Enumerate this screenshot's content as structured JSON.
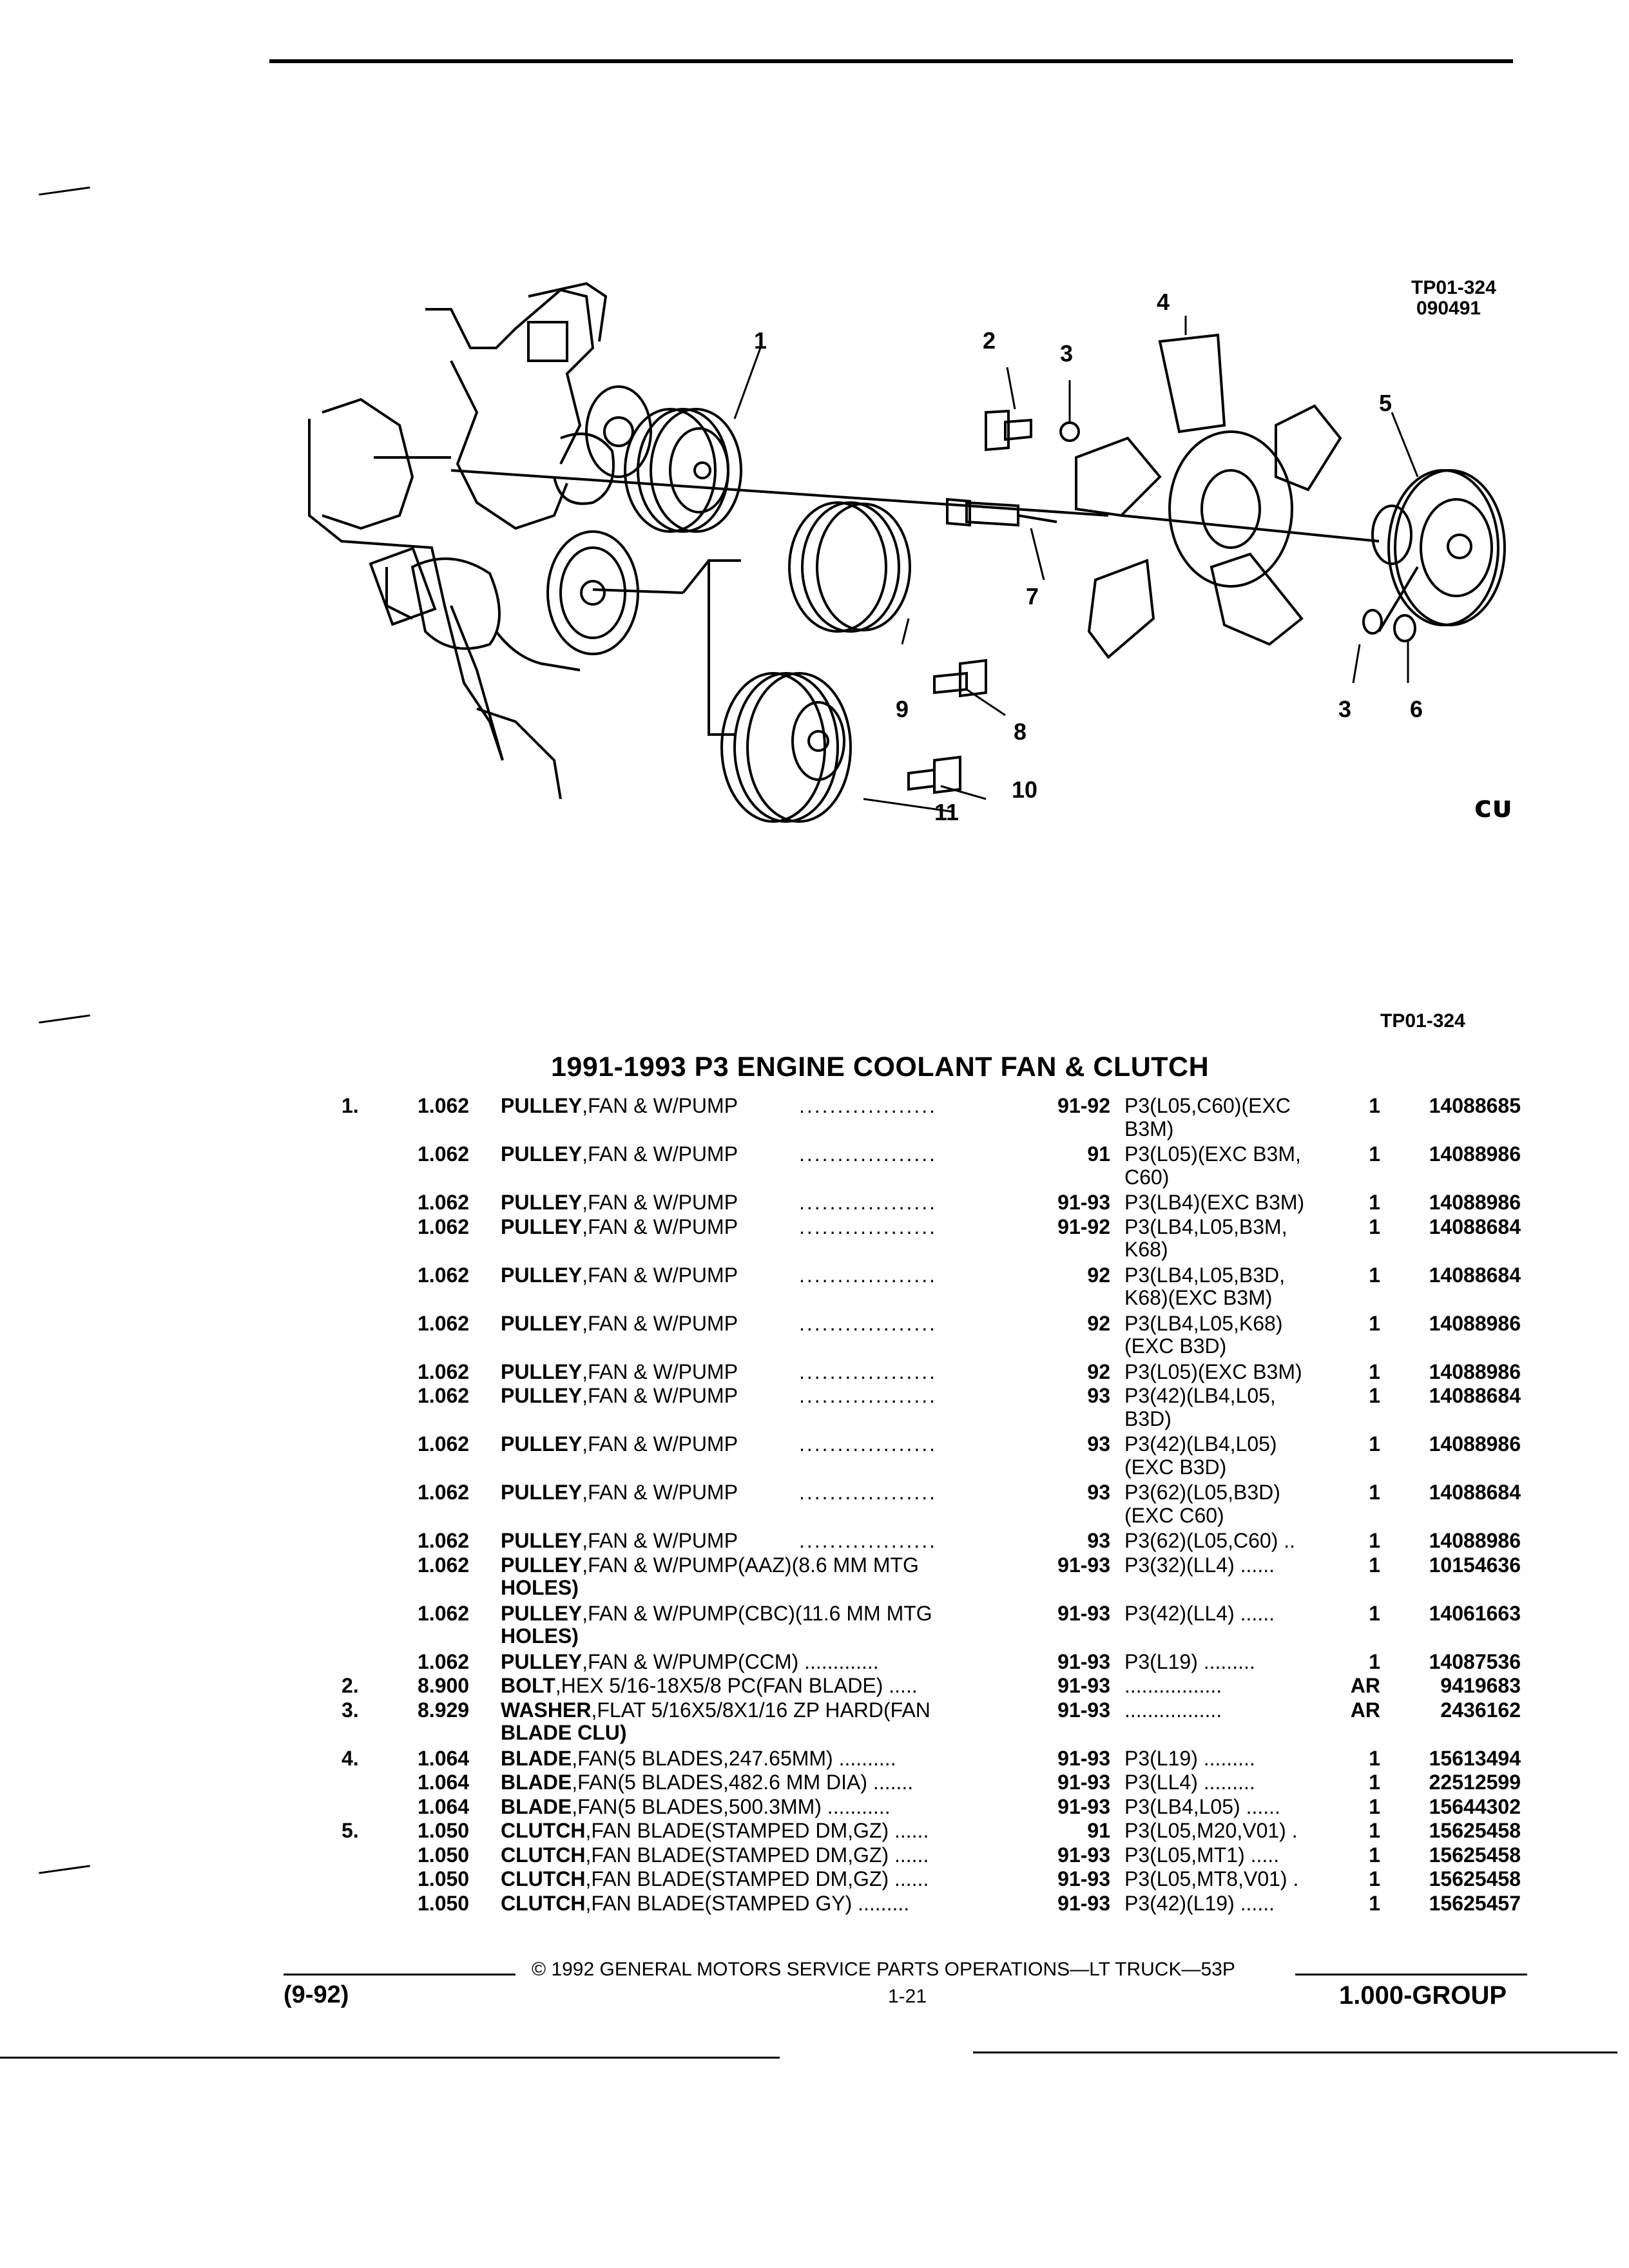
{
  "header": {
    "figure_code": "TP01-324",
    "figure_date": "090491"
  },
  "callouts": [
    "1",
    "2",
    "3",
    "4",
    "5",
    "6",
    "7",
    "8",
    "9",
    "10",
    "11",
    "3"
  ],
  "logo_text": "ᴄᴜ",
  "table": {
    "figure_ref": "TP01-324",
    "title": "1991-1993 P3 ENGINE COOLANT FAN & CLUTCH",
    "rows": [
      {
        "ref": "1.",
        "grp": "1.062",
        "name": "PULLEY",
        "desc": ",FAN & W/PUMP",
        "dots": "..................",
        "yr": "91-92",
        "mod": "P3(L05,C60)(EXC",
        "qty": "1",
        "pn": "14088685",
        "name2": "",
        "mod2": "B3M)"
      },
      {
        "ref": "",
        "grp": "1.062",
        "name": "PULLEY",
        "desc": ",FAN & W/PUMP",
        "dots": "..................",
        "yr": "91",
        "mod": "P3(L05)(EXC B3M,",
        "qty": "1",
        "pn": "14088986",
        "name2": "",
        "mod2": "C60)"
      },
      {
        "ref": "",
        "grp": "1.062",
        "name": "PULLEY",
        "desc": ",FAN & W/PUMP",
        "dots": "..................",
        "yr": "91-93",
        "mod": "P3(LB4)(EXC B3M)",
        "qty": "1",
        "pn": "14088986",
        "name2": "",
        "mod2": ""
      },
      {
        "ref": "",
        "grp": "1.062",
        "name": "PULLEY",
        "desc": ",FAN & W/PUMP",
        "dots": "..................",
        "yr": "91-92",
        "mod": "P3(LB4,L05,B3M,",
        "qty": "1",
        "pn": "14088684",
        "name2": "",
        "mod2": "K68)"
      },
      {
        "ref": "",
        "grp": "1.062",
        "name": "PULLEY",
        "desc": ",FAN & W/PUMP",
        "dots": "..................",
        "yr": "92",
        "mod": "P3(LB4,L05,B3D,",
        "qty": "1",
        "pn": "14088684",
        "name2": "",
        "mod2": "K68)(EXC B3M)"
      },
      {
        "ref": "",
        "grp": "1.062",
        "name": "PULLEY",
        "desc": ",FAN & W/PUMP",
        "dots": "..................",
        "yr": "92",
        "mod": "P3(LB4,L05,K68)",
        "qty": "1",
        "pn": "14088986",
        "name2": "",
        "mod2": "(EXC B3D)"
      },
      {
        "ref": "",
        "grp": "1.062",
        "name": "PULLEY",
        "desc": ",FAN & W/PUMP",
        "dots": "..................",
        "yr": "92",
        "mod": "P3(L05)(EXC B3M)",
        "qty": "1",
        "pn": "14088986",
        "name2": "",
        "mod2": ""
      },
      {
        "ref": "",
        "grp": "1.062",
        "name": "PULLEY",
        "desc": ",FAN & W/PUMP",
        "dots": "..................",
        "yr": "93",
        "mod": "P3(42)(LB4,L05,",
        "qty": "1",
        "pn": "14088684",
        "name2": "",
        "mod2": "B3D)"
      },
      {
        "ref": "",
        "grp": "1.062",
        "name": "PULLEY",
        "desc": ",FAN & W/PUMP",
        "dots": "..................",
        "yr": "93",
        "mod": "P3(42)(LB4,L05)",
        "qty": "1",
        "pn": "14088986",
        "name2": "",
        "mod2": "(EXC B3D)"
      },
      {
        "ref": "",
        "grp": "1.062",
        "name": "PULLEY",
        "desc": ",FAN & W/PUMP",
        "dots": "..................",
        "yr": "93",
        "mod": "P3(62)(L05,B3D)",
        "qty": "1",
        "pn": "14088684",
        "name2": "",
        "mod2": "(EXC C60)"
      },
      {
        "ref": "",
        "grp": "1.062",
        "name": "PULLEY",
        "desc": ",FAN & W/PUMP",
        "dots": "..................",
        "yr": "93",
        "mod": "P3(62)(L05,C60) ..",
        "qty": "1",
        "pn": "14088986",
        "name2": "",
        "mod2": ""
      },
      {
        "ref": "",
        "grp": "1.062",
        "name": "PULLEY",
        "desc": ",FAN & W/PUMP(AAZ)(8.6 MM MTG",
        "dots": "",
        "yr": "91-93",
        "mod": "P3(32)(LL4) ......",
        "qty": "1",
        "pn": "10154636",
        "name2": "HOLES)",
        "mod2": ""
      },
      {
        "ref": "",
        "grp": "1.062",
        "name": "PULLEY",
        "desc": ",FAN & W/PUMP(CBC)(11.6 MM MTG",
        "dots": "",
        "yr": "91-93",
        "mod": "P3(42)(LL4) ......",
        "qty": "1",
        "pn": "14061663",
        "name2": "HOLES)",
        "mod2": ""
      },
      {
        "ref": "",
        "grp": "1.062",
        "name": "PULLEY",
        "desc": ",FAN & W/PUMP(CCM) .............",
        "dots": "",
        "yr": "91-93",
        "mod": "P3(L19) .........",
        "qty": "1",
        "pn": "14087536",
        "name2": "",
        "mod2": ""
      },
      {
        "ref": "2.",
        "grp": "8.900",
        "name": "BOLT",
        "desc": ",HEX 5/16-18X5/8 PC(FAN BLADE) .....",
        "dots": "",
        "yr": "91-93",
        "mod": ".................",
        "qty": "AR",
        "pn": "9419683",
        "name2": "",
        "mod2": ""
      },
      {
        "ref": "3.",
        "grp": "8.929",
        "name": "WASHER",
        "desc": ",FLAT 5/16X5/8X1/16 ZP HARD(FAN",
        "dots": "",
        "yr": "91-93",
        "mod": ".................",
        "qty": "AR",
        "pn": "2436162",
        "name2": "BLADE CLU)",
        "mod2": ""
      },
      {
        "ref": "4.",
        "grp": "1.064",
        "name": "BLADE",
        "desc": ",FAN(5 BLADES,247.65MM) ..........",
        "dots": "",
        "yr": "91-93",
        "mod": "P3(L19) .........",
        "qty": "1",
        "pn": "15613494",
        "name2": "",
        "mod2": ""
      },
      {
        "ref": "",
        "grp": "1.064",
        "name": "BLADE",
        "desc": ",FAN(5 BLADES,482.6 MM DIA) .......",
        "dots": "",
        "yr": "91-93",
        "mod": "P3(LL4) .........",
        "qty": "1",
        "pn": "22512599",
        "name2": "",
        "mod2": ""
      },
      {
        "ref": "",
        "grp": "1.064",
        "name": "BLADE",
        "desc": ",FAN(5 BLADES,500.3MM) ...........",
        "dots": "",
        "yr": "91-93",
        "mod": "P3(LB4,L05) ......",
        "qty": "1",
        "pn": "15644302",
        "name2": "",
        "mod2": ""
      },
      {
        "ref": "5.",
        "grp": "1.050",
        "name": "CLUTCH",
        "desc": ",FAN BLADE(STAMPED DM,GZ) ......",
        "dots": "",
        "yr": "91",
        "mod": "P3(L05,M20,V01) .",
        "qty": "1",
        "pn": "15625458",
        "name2": "",
        "mod2": ""
      },
      {
        "ref": "",
        "grp": "1.050",
        "name": "CLUTCH",
        "desc": ",FAN BLADE(STAMPED DM,GZ) ......",
        "dots": "",
        "yr": "91-93",
        "mod": "P3(L05,MT1) .....",
        "qty": "1",
        "pn": "15625458",
        "name2": "",
        "mod2": ""
      },
      {
        "ref": "",
        "grp": "1.050",
        "name": "CLUTCH",
        "desc": ",FAN BLADE(STAMPED DM,GZ) ......",
        "dots": "",
        "yr": "91-93",
        "mod": "P3(L05,MT8,V01) .",
        "qty": "1",
        "pn": "15625458",
        "name2": "",
        "mod2": ""
      },
      {
        "ref": "",
        "grp": "1.050",
        "name": "CLUTCH",
        "desc": ",FAN BLADE(STAMPED GY) .........",
        "dots": "",
        "yr": "91-93",
        "mod": "P3(42)(L19) ......",
        "qty": "1",
        "pn": "15625457",
        "name2": "",
        "mod2": ""
      }
    ]
  },
  "footer": {
    "copyright": "© 1992 GENERAL MOTORS SERVICE PARTS OPERATIONS—LT TRUCK—53P",
    "date": "(9-92)",
    "page": "1-21",
    "group": "1.000-GROUP"
  }
}
